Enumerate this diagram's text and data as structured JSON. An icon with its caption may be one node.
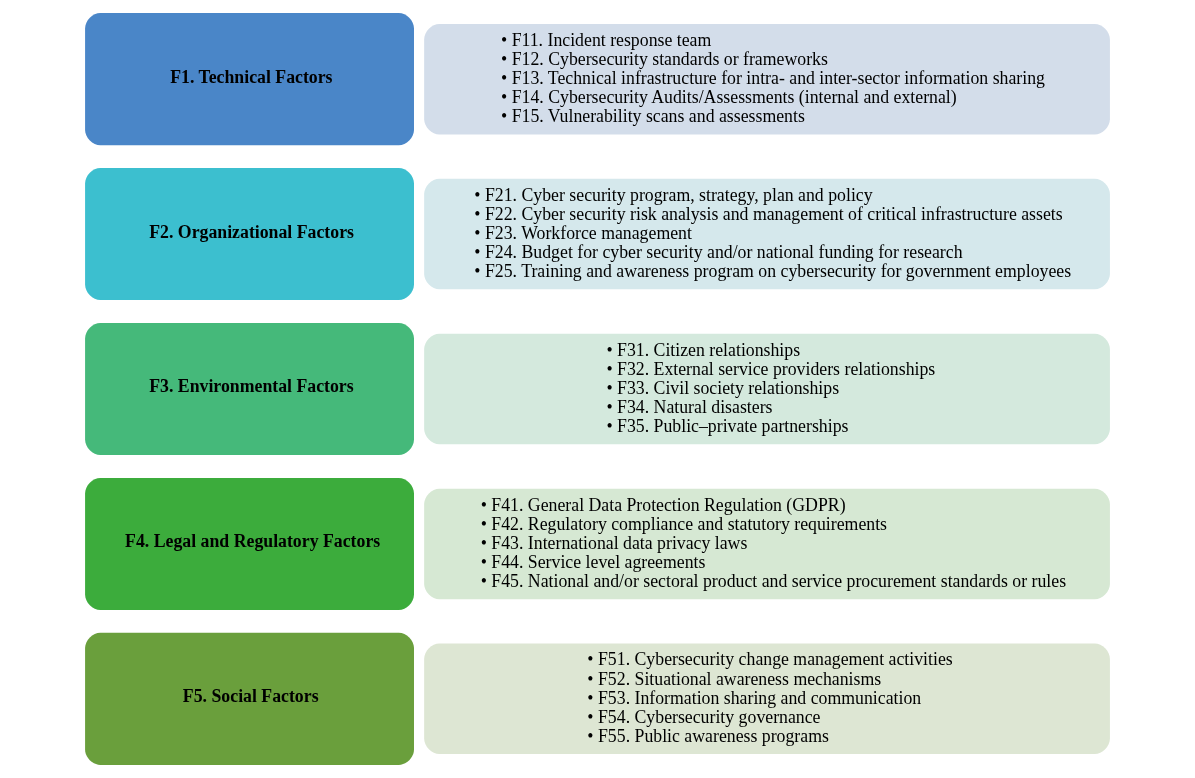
{
  "diagram": {
    "nodes": [
      {
        "text": [
          "F1. Technical Factors"
        ]
      },
      {
        "text": [
          "• F11. Incident response team",
          "• F12. Cybersecurity standards or frameworks",
          "• F13. Technical infrastructure for intra- and inter-sector information sharing",
          "• F14. Cybersecurity Audits/Assessments (internal and external)",
          "• F15. Vulnerability scans and assessments"
        ]
      },
      {
        "text": [
          "F2. Organizational Factors"
        ]
      },
      {
        "text": [
          "• F21. Cyber security program, strategy, plan and policy",
          "• F22. Cyber security risk analysis and management of critical infrastructure assets",
          "• F23. Workforce management",
          "• F24. Budget for cyber security and/or national funding for research",
          "• F25. Training and awareness program on cybersecurity for government employees"
        ]
      },
      {
        "text": [
          "F3. Environmental Factors"
        ]
      },
      {
        "text": [
          "• F31. Citizen relationships",
          "• F32. External service providers relationships",
          "• F33. Civil society relationships",
          "• F34. Natural disasters",
          "• F35. Public–private partnerships"
        ]
      },
      {
        "text": [
          "F4. Legal and Regulatory Factors"
        ]
      },
      {
        "text": [
          "• F41. General Data Protection Regulation (GDPR)",
          "• F42. Regulatory compliance and statutory requirements",
          "• F43. International data privacy laws",
          "• F44. Service level agreements",
          "• F45. National and/or sectoral product and service procurement standards or rules"
        ]
      },
      {
        "text": [
          "F5. Social Factors"
        ]
      },
      {
        "text": [
          "• F51. Cybersecurity change management activities",
          "• F52. Situational awareness mechanisms",
          "• F53. Information sharing and communication",
          "• F54. Cybersecurity governance",
          "• F55. Public awareness programs"
        ]
      }
    ],
    "edges": []
  }
}
